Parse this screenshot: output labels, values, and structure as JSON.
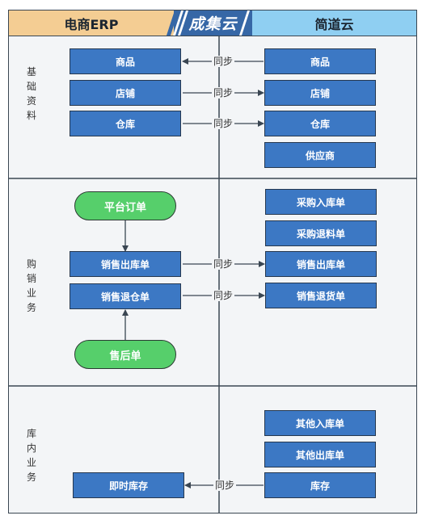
{
  "header": {
    "left_title": "电商ERP",
    "center_title": "成集云",
    "right_title": "简道云"
  },
  "colors": {
    "left_header": "#f4cd93",
    "center_header": "#3667a6",
    "right_header": "#8fcff2",
    "box_fill": "#3c78c4",
    "pill_fill": "#56cf6b",
    "background": "#f3f5f7"
  },
  "sections": {
    "basic": {
      "label": "基础资料"
    },
    "sales": {
      "label": "购销业务"
    },
    "inventory": {
      "label": "库内业务"
    }
  },
  "sync_label": "同步",
  "basic": {
    "left": [
      "商品",
      "店铺",
      "仓库"
    ],
    "right": [
      "商品",
      "店铺",
      "仓库",
      "供应商"
    ]
  },
  "sales": {
    "platform_order": "平台订单",
    "after_sales": "售后单",
    "left": [
      "销售出库单",
      "销售退仓单"
    ],
    "right": [
      "采购入库单",
      "采购退料单",
      "销售出库单",
      "销售退货单"
    ]
  },
  "inventory": {
    "left": [
      "即时库存"
    ],
    "right": [
      "其他入库单",
      "其他出库单",
      "库存"
    ]
  }
}
